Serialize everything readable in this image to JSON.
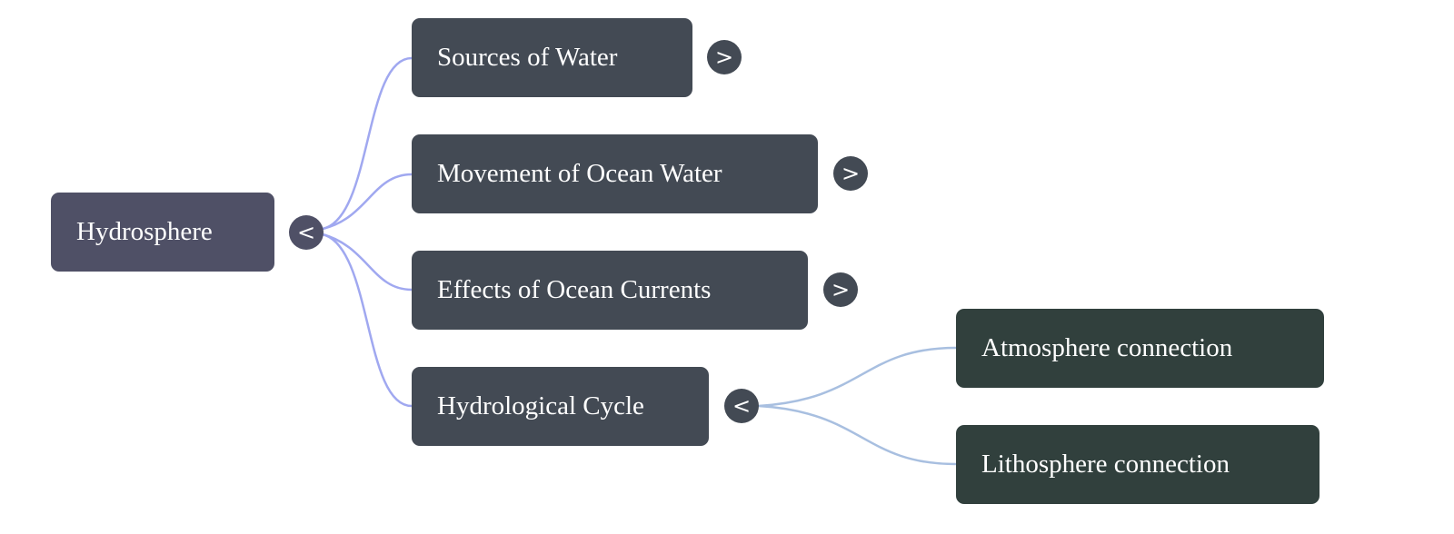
{
  "root": {
    "label": "Hydrosphere",
    "toggle": "<"
  },
  "children": [
    {
      "label": "Sources of Water",
      "toggle": ">"
    },
    {
      "label": "Movement of Ocean Water",
      "toggle": ">"
    },
    {
      "label": "Effects of Ocean Currents",
      "toggle": ">"
    },
    {
      "label": "Hydrological Cycle",
      "toggle": "<"
    }
  ],
  "grandchildren": [
    {
      "label": "Atmosphere connection"
    },
    {
      "label": "Lithosphere connection"
    }
  ],
  "colors": {
    "root": "#4f5066",
    "level1": "#434a54",
    "level2": "#31403d",
    "edge1": "#a0a8f0",
    "edge2": "#a8bfe0"
  }
}
